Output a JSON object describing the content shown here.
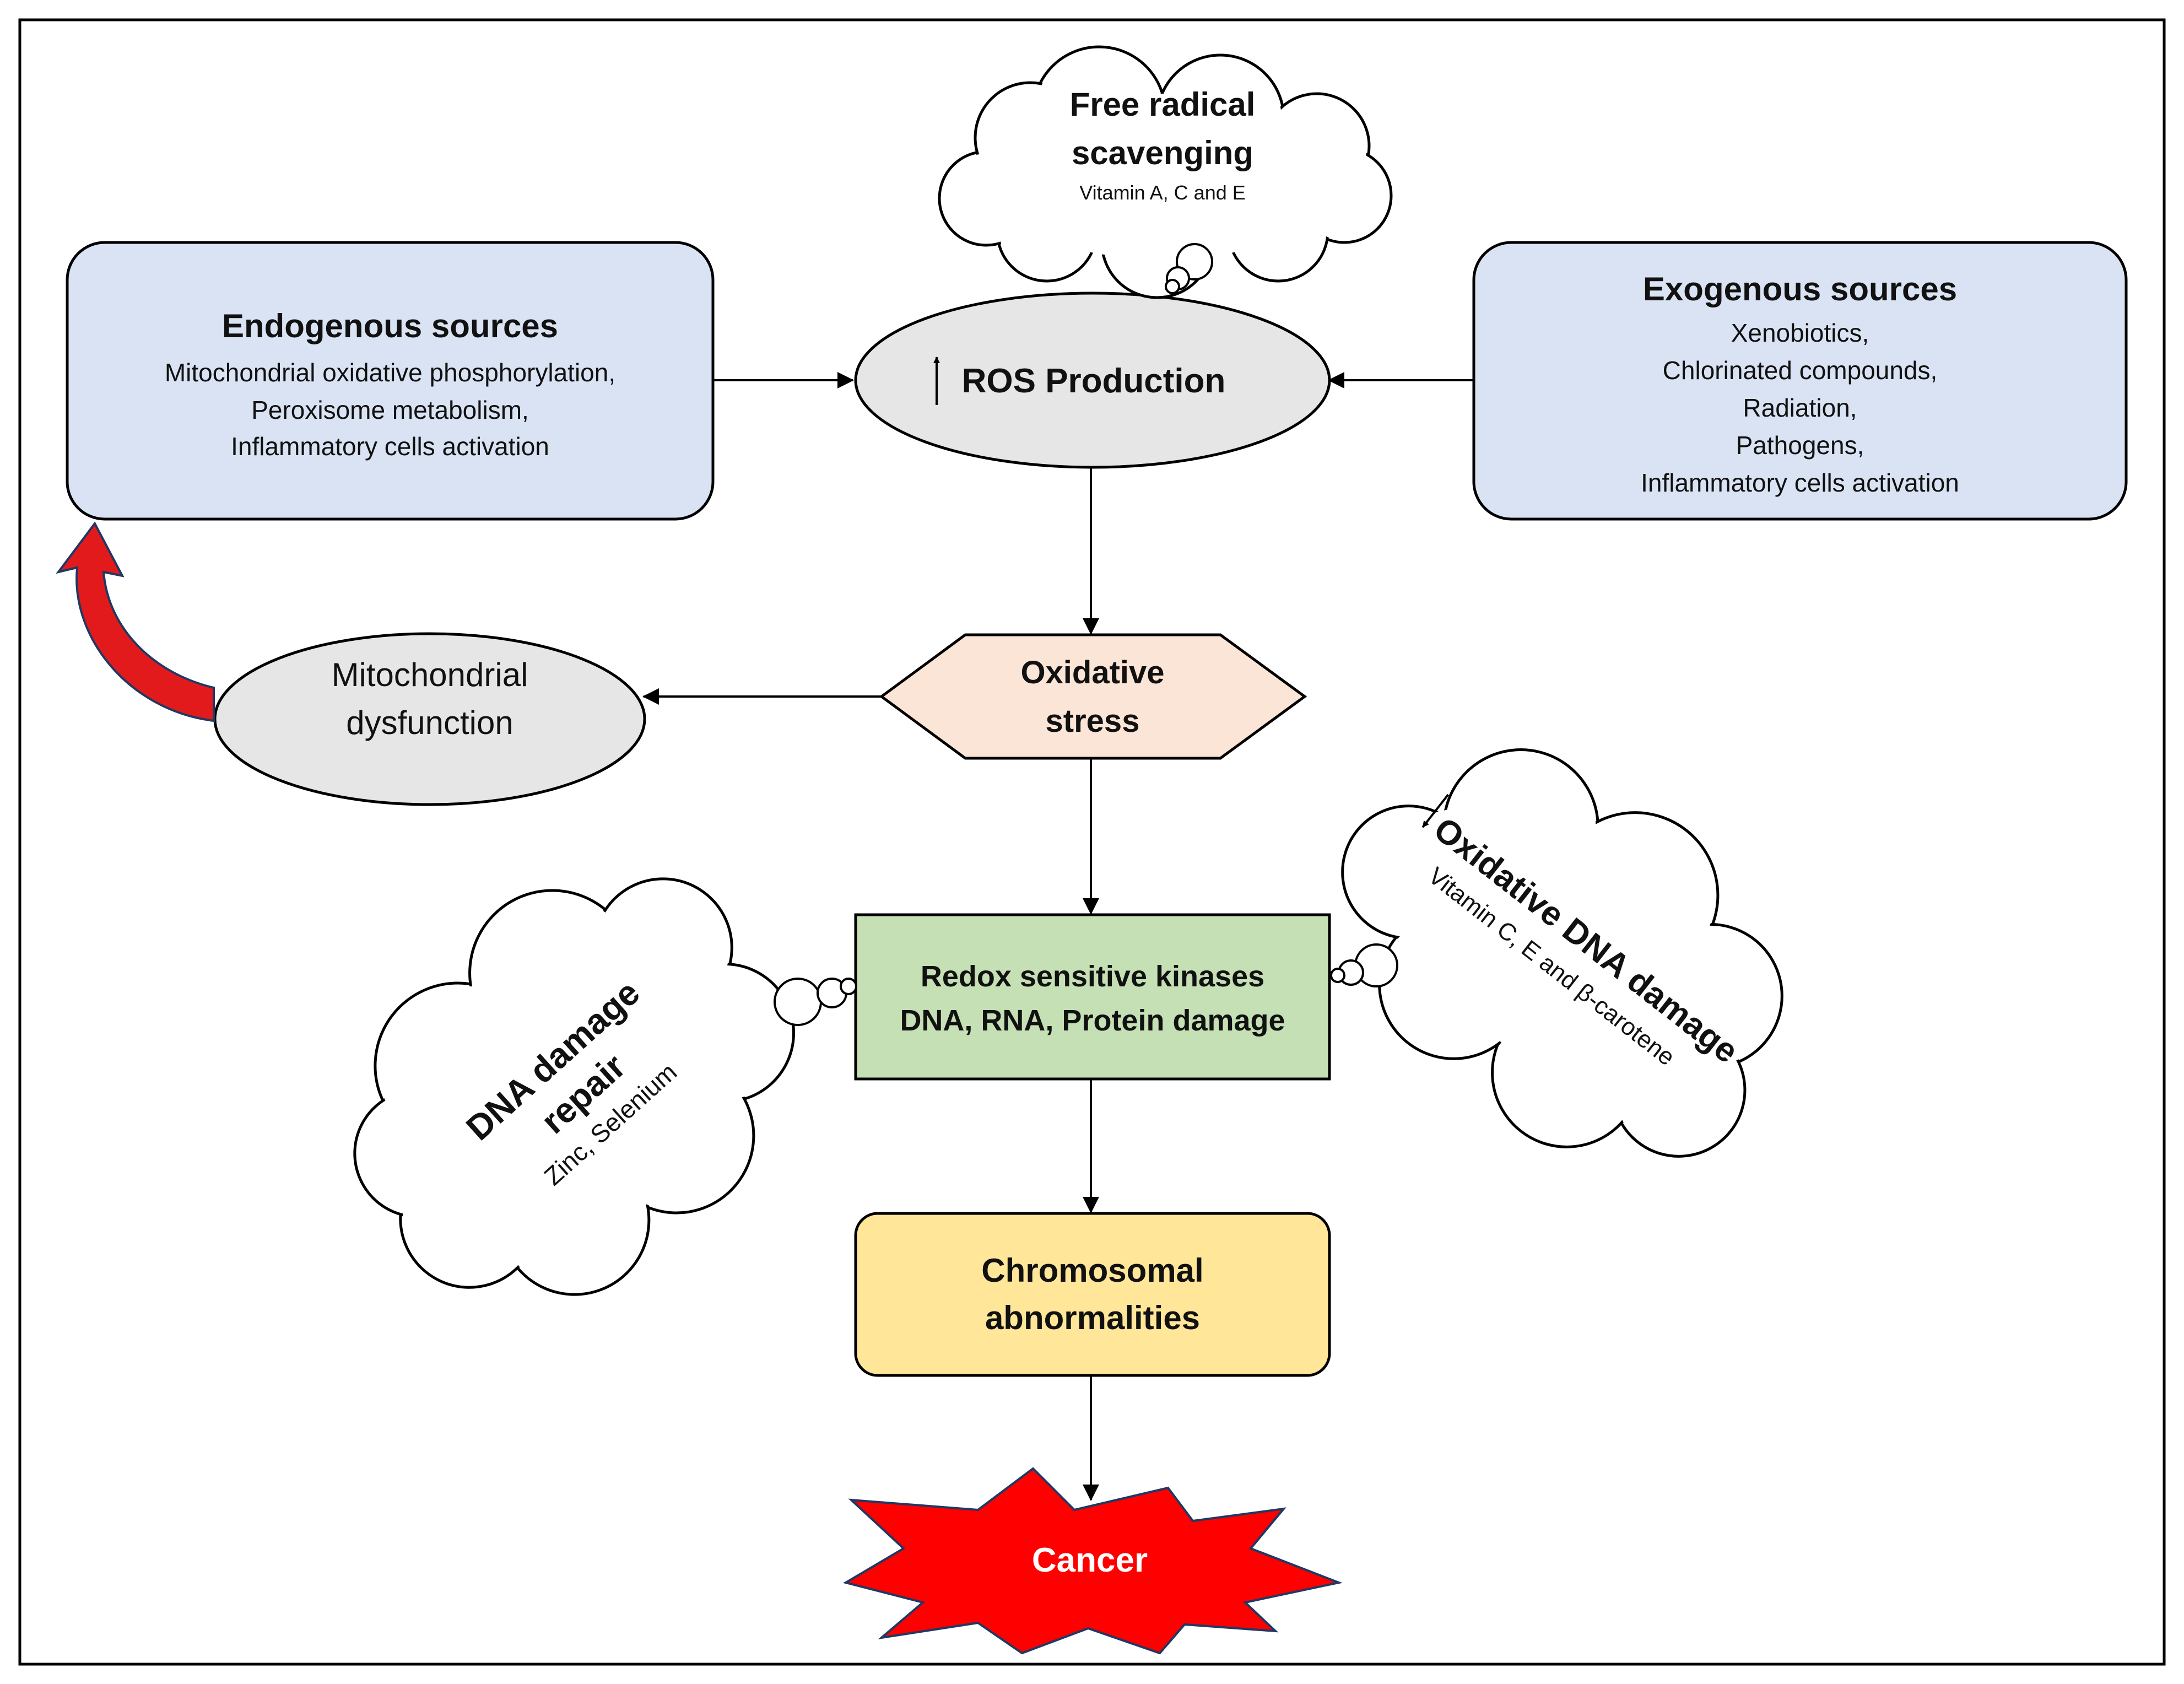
{
  "endogenous": {
    "title": "Endogenous sources",
    "lines": [
      "Mitochondrial oxidative phosphorylation,",
      "Peroxisome metabolism,",
      "Inflammatory cells activation"
    ]
  },
  "exogenous": {
    "title": "Exogenous sources",
    "lines": [
      "Xenobiotics,",
      "Chlorinated compounds,",
      "Radiation,",
      "Pathogens,",
      "Inflammatory cells activation"
    ]
  },
  "ros": {
    "arrow": "↑",
    "label": "ROS Production"
  },
  "scavenging": {
    "title_lines": [
      "Free radical",
      "scavenging"
    ],
    "sub": "Vitamin A, C and E"
  },
  "oxidative_stress": {
    "lines": [
      "Oxidative",
      "stress"
    ]
  },
  "mito": {
    "lines": [
      "Mitochondrial",
      "dysfunction"
    ]
  },
  "dna_damage": {
    "arrow": "↓",
    "title": "Oxidative DNA damage",
    "sub": "Vitamin C, E and β-carotene"
  },
  "redox": {
    "lines": [
      "Redox sensitive kinases",
      "DNA, RNA, Protein damage"
    ]
  },
  "dna_repair": {
    "title_lines": [
      "DNA damage",
      "repair"
    ],
    "sub": "Zinc, Selenium"
  },
  "chromosomal": {
    "lines": [
      "Chromosomal",
      "abnormalities"
    ]
  },
  "cancer": {
    "label": "Cancer"
  },
  "colors": {
    "source_fill": "#dae3f3",
    "ellipse_fill": "#e7e6e6",
    "hex_fill": "#fbe5d6",
    "redox_fill": "#c5e0b4",
    "chrom_fill": "#ffe699",
    "cancer_fill": "#ff0000",
    "curved_arrow": "#e31a1c"
  }
}
